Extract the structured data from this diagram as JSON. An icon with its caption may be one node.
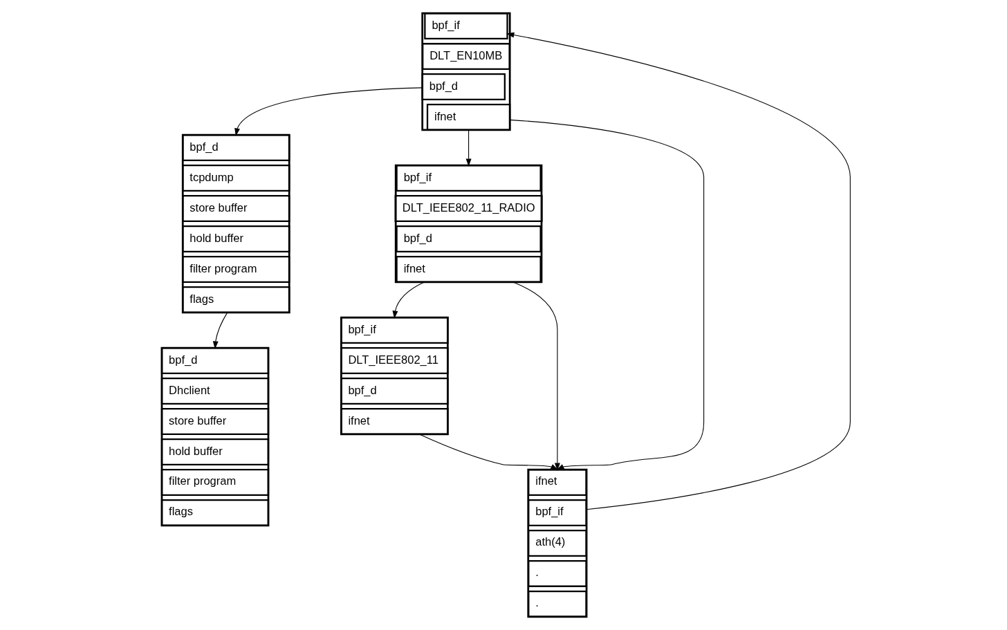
{
  "diagram": {
    "nodes": [
      {
        "text": [],
        "shape": "box"
      },
      {
        "text": [
          "ifnet"
        ],
        "in": 0
      },
      {
        "text": [
          "bpf_if"
        ],
        "in": 0
      },
      {
        "text": [
          "ath(4)"
        ],
        "in": 0
      },
      {
        "text": [
          "."
        ],
        "in": 0
      },
      {
        "text": [
          "."
        ],
        "in": 0
      },
      {
        "text": [],
        "shape": "box"
      },
      {
        "text": [
          "bpf_if"
        ],
        "in": 6
      },
      {
        "text": [
          "DLT_EN10MB"
        ],
        "in": 6
      },
      {
        "text": [
          "bpf_d"
        ],
        "in": 6
      },
      {
        "text": [
          "ifnet"
        ],
        "in": 6
      },
      {
        "text": [],
        "shape": "box"
      },
      {
        "text": [
          "bpf_if"
        ],
        "in": 11
      },
      {
        "text": [
          "DLT_IEEE802_11_RADIO"
        ],
        "in": 11
      },
      {
        "text": [
          "bpf_d"
        ],
        "in": 11
      },
      {
        "text": [
          "ifnet"
        ],
        "in": 11
      },
      {
        "text": [],
        "shape": "box"
      },
      {
        "text": [
          "bpf_if"
        ],
        "in": 16
      },
      {
        "text": [
          "DLT_IEEE802_11"
        ],
        "in": 16
      },
      {
        "text": [
          "bpf_d"
        ],
        "in": 16
      },
      {
        "text": [
          "ifnet"
        ],
        "in": 16
      },
      {
        "text": [],
        "shape": "box"
      },
      {
        "text": [
          "bpf_d"
        ],
        "in": 21
      },
      {
        "text": [
          "tcpdump"
        ],
        "in": 21
      },
      {
        "text": [
          "store buffer"
        ],
        "in": 21
      },
      {
        "text": [
          "hold buffer"
        ],
        "in": 21
      },
      {
        "text": [
          "filter program"
        ],
        "in": 21
      },
      {
        "text": [
          "flags"
        ],
        "in": 21
      },
      {
        "text": [],
        "shape": "box"
      },
      {
        "text": [
          "bpf_d"
        ],
        "in": 28
      },
      {
        "text": [
          "Dhclient"
        ],
        "in": 28
      },
      {
        "text": [
          "store buffer"
        ],
        "in": 28
      },
      {
        "text": [
          "hold buffer"
        ],
        "in": 28
      },
      {
        "text": [
          "filter program"
        ],
        "in": 28
      },
      {
        "text": [
          "flags"
        ],
        "in": 28
      }
    ],
    "edges": [
      {
        "from": 2,
        "to": 7,
        "arrow": "to"
      },
      {
        "from": 10,
        "to": 1,
        "arrow": "to"
      },
      {
        "from": 15,
        "to": 1,
        "arrow": "to"
      },
      {
        "from": 20,
        "to": 1,
        "arrow": "to"
      },
      {
        "from": 9,
        "to": 22,
        "arrow": "to"
      },
      {
        "from": 10,
        "to": 12,
        "arrow": "to"
      },
      {
        "from": 15,
        "to": 17,
        "arrow": "to"
      },
      {
        "from": 27,
        "to": 29,
        "arrow": "to"
      }
    ]
  }
}
